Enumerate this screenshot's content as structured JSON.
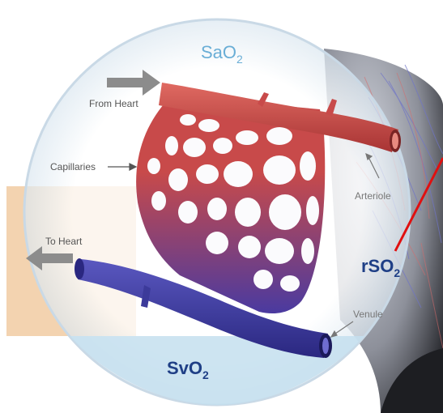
{
  "labels": {
    "sao2": "SaO",
    "sao2_sub": "2",
    "svo2": "SvO",
    "svo2_sub": "2",
    "rso2": "rSO",
    "rso2_sub": "2",
    "from_heart": "From Heart",
    "to_heart": "To Heart",
    "capillaries": "Capillaries",
    "arteriole": "Arteriole",
    "venule": "Venule"
  },
  "colors": {
    "saturation_label": "#6aaed6",
    "svo2_label": "#1f3f86",
    "rso2_label": "#1f3f86",
    "artery": "#c84a4a",
    "vein": "#3c3a9a",
    "rso2_pointer": "#e01010",
    "band_orange": "#f3d3b0",
    "band_blue": "#c4dfee"
  }
}
